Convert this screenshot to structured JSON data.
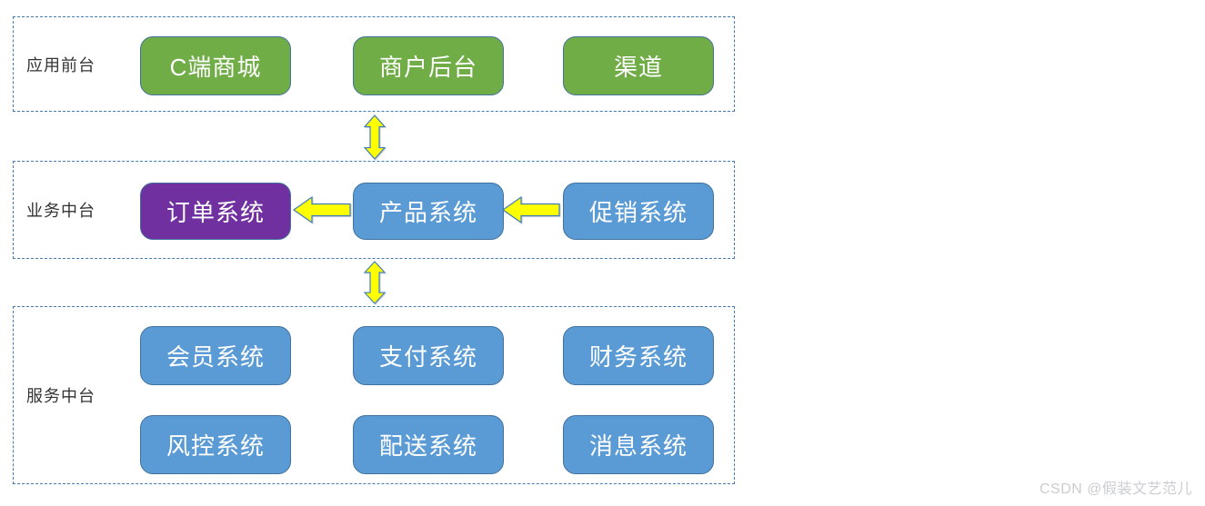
{
  "diagram": {
    "layers": [
      {
        "label": "应用前台",
        "boxes": [
          {
            "text": "C端商城",
            "color": "#70AD47"
          },
          {
            "text": "商户后台",
            "color": "#70AD47"
          },
          {
            "text": "渠道",
            "color": "#70AD47"
          }
        ]
      },
      {
        "label": "业务中台",
        "boxes": [
          {
            "text": "订单系统",
            "color": "#7030A0"
          },
          {
            "text": "产品系统",
            "color": "#5B9BD5"
          },
          {
            "text": "促销系统",
            "color": "#5B9BD5"
          }
        ],
        "flows": [
          {
            "from": "产品系统",
            "to": "订单系统",
            "icon": "left-arrow"
          },
          {
            "from": "促销系统",
            "to": "产品系统",
            "icon": "left-arrow"
          }
        ]
      },
      {
        "label": "服务中台",
        "rows": [
          {
            "cells": [
              {
                "text": "会员系统",
                "color": "#5B9BD5"
              },
              {
                "text": "支付系统",
                "color": "#5B9BD5"
              },
              {
                "text": "财务系统",
                "color": "#5B9BD5"
              }
            ]
          },
          {
            "cells": [
              {
                "text": "风控系统",
                "color": "#5B9BD5"
              },
              {
                "text": "配送系统",
                "color": "#5B9BD5"
              },
              {
                "text": "消息系统",
                "color": "#5B9BD5"
              }
            ]
          }
        ]
      }
    ],
    "connectors": [
      {
        "between": [
          "应用前台",
          "业务中台"
        ],
        "icon": "vertical-double-arrow"
      },
      {
        "between": [
          "业务中台",
          "服务中台"
        ],
        "icon": "vertical-double-arrow"
      }
    ],
    "icons": {
      "vertical_double_arrow": "⇕",
      "left_arrow": "⬅"
    },
    "colors": {
      "green_fill": "#70AD47",
      "blue_fill": "#5B9BD5",
      "purple_fill": "#7030A0",
      "node_border": "#41719C",
      "panel_border": "#4479B2",
      "arrow_fill": "#FFFF00",
      "arrow_stroke": "#3E7CBF",
      "label_text": "#333333",
      "node_text": "#FFFFFF",
      "watermark_text": "#C9CDD2"
    }
  },
  "watermark": {
    "text": "CSDN @假装文艺范儿"
  }
}
